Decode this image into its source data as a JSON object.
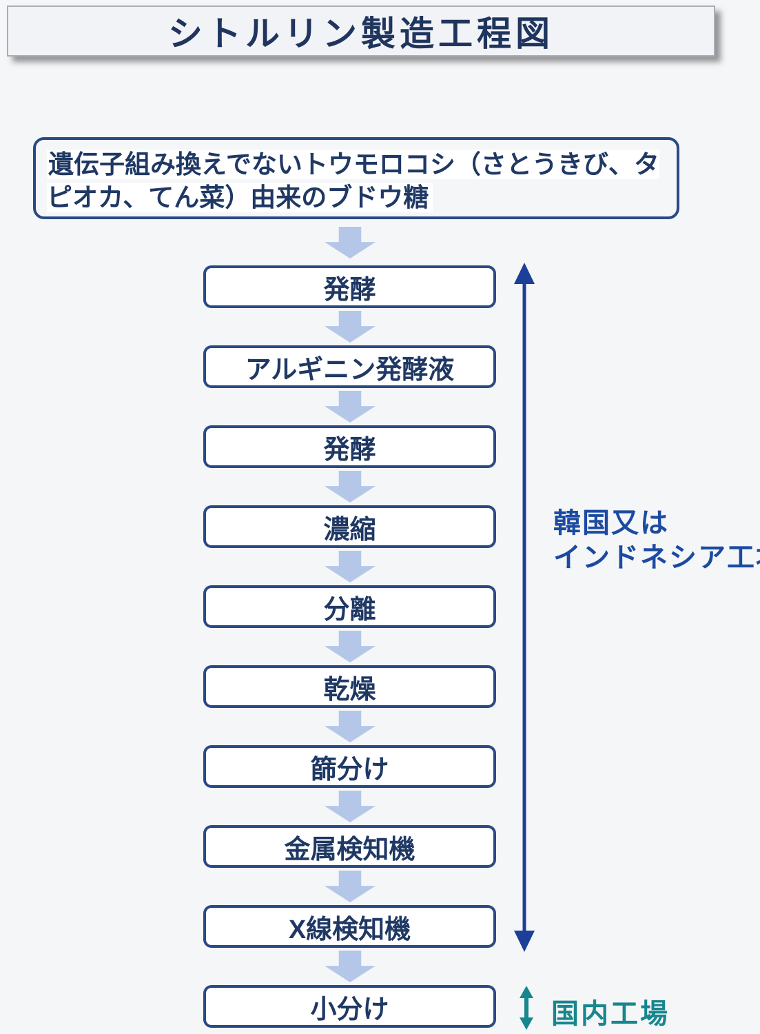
{
  "title": "シトルリン製造工程図",
  "source": {
    "text": "遺伝子組み換えでないトウモロコシ（さとうきび、タピオカ、てん菜）由来のブドウ糖"
  },
  "steps": [
    {
      "label": "発酵"
    },
    {
      "label": "アルギニン発酵液"
    },
    {
      "label": "発酵"
    },
    {
      "label": "濃縮"
    },
    {
      "label": "分離"
    },
    {
      "label": "乾燥"
    },
    {
      "label": "篩分け"
    },
    {
      "label": "金属検知機"
    },
    {
      "label": "X線検知機"
    },
    {
      "label": "小分け"
    }
  ],
  "annotations": {
    "overseas_line1": "韓国又は",
    "overseas_line2": "インドネシア工場",
    "domestic": "国内工場"
  },
  "colors": {
    "box_border": "#2a4a85",
    "box_text": "#1f3864",
    "flow_arrow": "#b5c7e8",
    "range_arrow_overseas": "#1c3f97",
    "range_arrow_domestic": "#17868d",
    "overseas_label": "#1b4aa2",
    "domestic_label": "#17868d",
    "title_text": "#20355e",
    "page_bg": "#f5f6f8"
  }
}
